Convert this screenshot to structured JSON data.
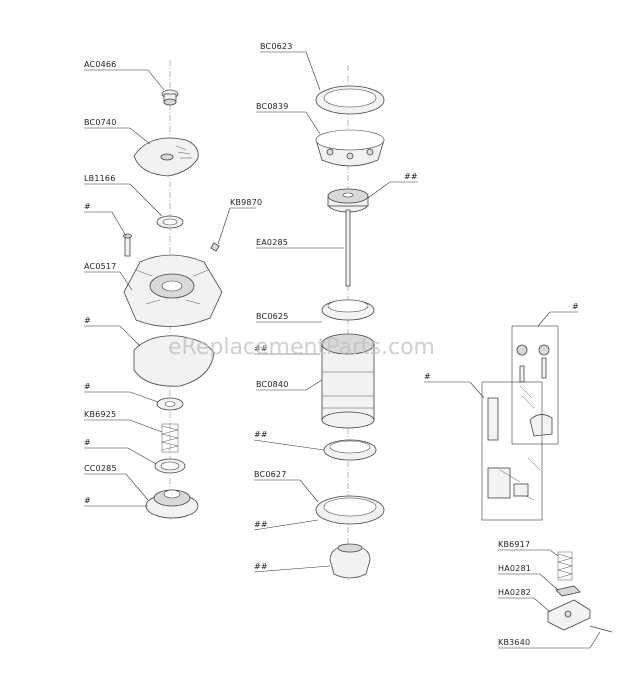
{
  "watermark": "eReplacementParts.com",
  "labels": {
    "ac0466": "AC0466",
    "bc0740": "BC0740",
    "lb1166": "LB1166",
    "hash_left1": "#",
    "kb9870": "KB9870",
    "ac0517": "AC0517",
    "hash_left2": "#",
    "hash_left3": "#",
    "kb6925": "KB6925",
    "hash_left4": "#",
    "cc0285": "CC0285",
    "hash_left5": "#",
    "bc0623": "BC0623",
    "bc0839": "BC0839",
    "dh_top": "##",
    "ea0285": "EA0285",
    "bc0625": "BC0625",
    "dh_mid": "##",
    "bc0840": "BC0840",
    "dh_low1": "##",
    "bc0627": "BC0627",
    "dh_low2": "##",
    "dh_low3": "##",
    "hash_right_top": "#",
    "hash_right_mid": "#",
    "kb6917": "KB6917",
    "ha0281": "HA0281",
    "ha0282": "HA0282",
    "kb3640": "KB3640"
  }
}
